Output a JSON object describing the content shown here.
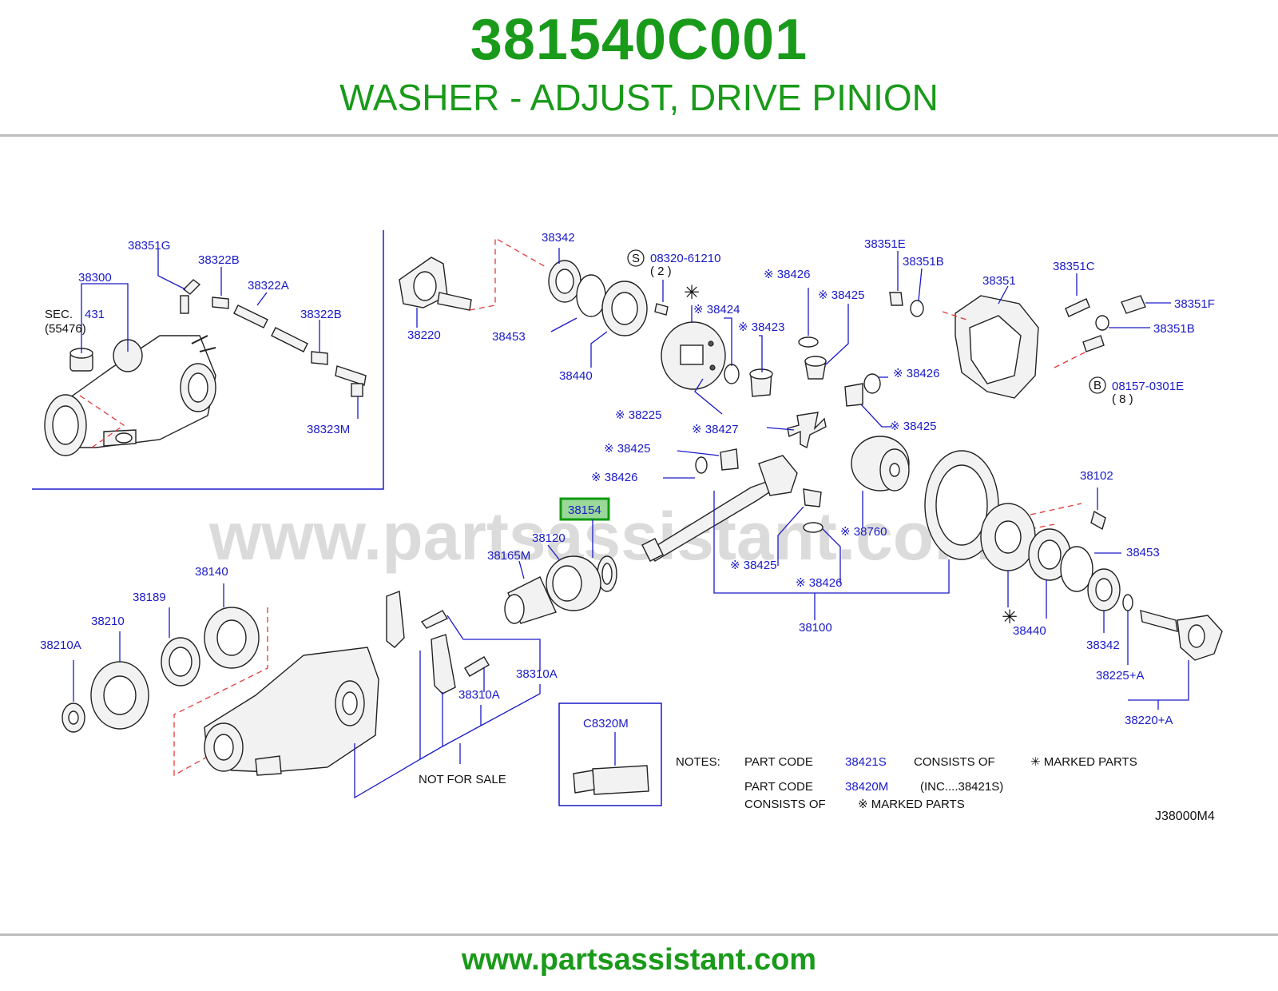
{
  "header": {
    "part_number": "381540C001",
    "part_name": "WASHER - ADJUST, DRIVE PINION"
  },
  "watermark": "www.partsassistant.com",
  "footer": {
    "url": "www.partsassistant.com"
  },
  "diagram": {
    "diagram_code": "J38000M4",
    "highlighted_part": "38154",
    "labels": {
      "l38351G": "38351G",
      "l38322B_a": "38322B",
      "l38300": "38300",
      "l38322A": "38322A",
      "lSEC": "SEC.",
      "l431": "431",
      "l55476": "(55476)",
      "l38322B_b": "38322B",
      "l38323M": "38323M",
      "l38342_a": "38342",
      "l38220": "38220",
      "l38453_a": "38453",
      "l38440_a": "38440",
      "lS": "S",
      "l08320": "08320-61210",
      "l2": "( 2 )",
      "l38426_a": "※ 38426",
      "l38425_a": "※ 38425",
      "l38424": "※ 38424",
      "l38423": "※ 38423",
      "l38351E": "38351E",
      "l38351B_a": "38351B",
      "l38351": "38351",
      "l38351C": "38351C",
      "l38351F": "38351F",
      "l38351B_b": "38351B",
      "lB": "B",
      "l08157": "08157-0301E",
      "l8": "( 8 )",
      "l38426_b": "※ 38426",
      "l38425_b": "※ 38425",
      "l38225": "※ 38225",
      "l38427": "※ 38427",
      "l38425_c": "※ 38425",
      "l38426_c": "※ 38426",
      "l38154": "38154",
      "l38120": "38120",
      "l38165M": "38165M",
      "l38760": "※ 38760",
      "l38425_d": "※ 38425",
      "l38426_d": "※ 38426",
      "l38100": "38100",
      "l38102": "38102",
      "l38453_b": "38453",
      "l38440_b": "38440",
      "l38342_b": "38342",
      "l38225A": "38225+A",
      "l38220A": "38220+A",
      "l38140": "38140",
      "l38189": "38189",
      "l38210": "38210",
      "l38210A": "38210A",
      "l38310A_a": "38310A",
      "l38310A_b": "38310A",
      "lNFS": "NOT   FOR   SALE",
      "lC8320M": "C8320M"
    },
    "notes": {
      "title": "NOTES:",
      "line1_a": "PART   CODE",
      "line1_code": "38421S",
      "line1_b": "CONSISTS   OF",
      "line1_c": "✳ MARKED   PARTS",
      "line2_a": "PART   CODE",
      "line2_code": "38420M",
      "line2_b": "(INC....38421S)",
      "line3_a": "CONSISTS   OF",
      "line3_b": "※ MARKED   PARTS"
    }
  }
}
